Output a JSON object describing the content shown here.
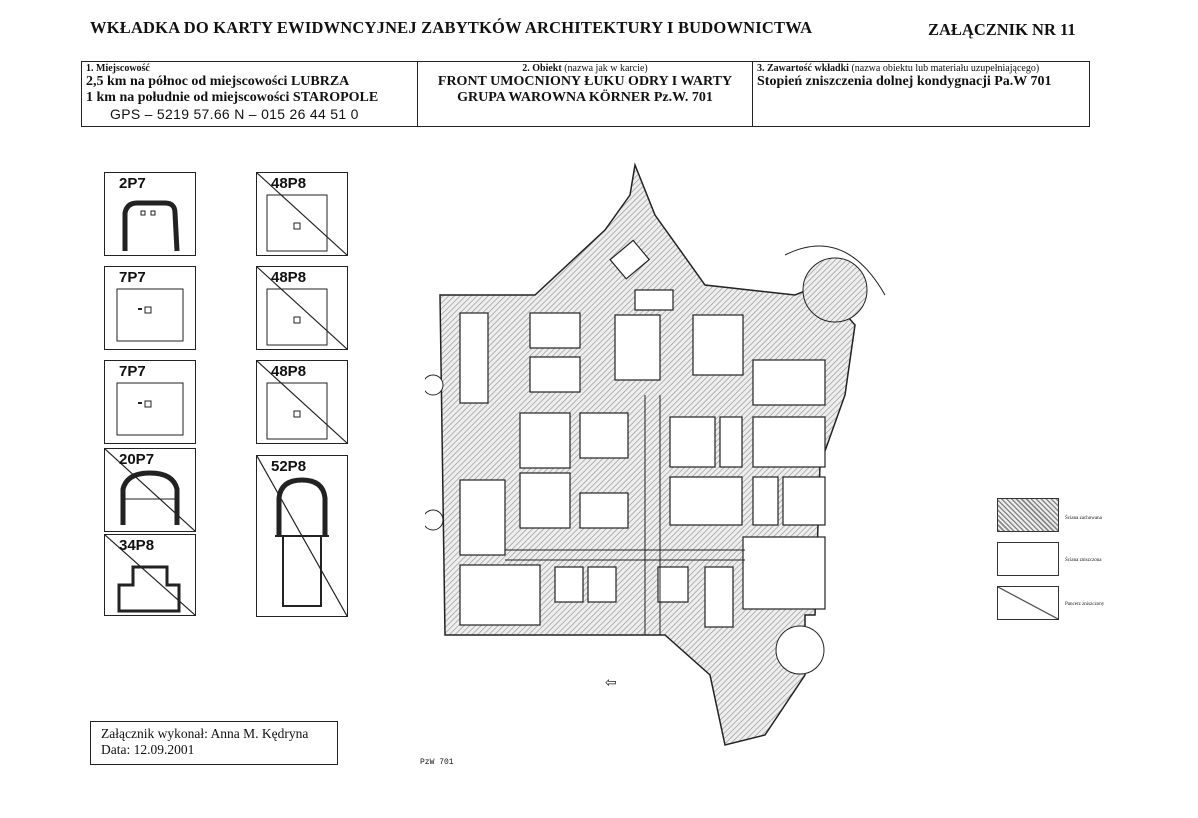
{
  "header": {
    "title": "WKŁADKA DO KARTY EWIDWNCYJNEJ ZABYTKÓW ARCHITEKTURY I BUDOWNICTWA",
    "annex": "ZAŁĄCZNIK NR 11"
  },
  "info": {
    "locality_label": "1. Miejscowość",
    "locality_line1": "2,5 km na północ od miejscowości LUBRZA",
    "locality_line2": "1 km na południe od miejscowości STAROPOLE",
    "gps": "GPS – 5219 57.66 N – 015 26 44 51 0",
    "object_label": "2. Obiekt",
    "object_label_note": "(nazwa jak w karcie)",
    "object_line1": "FRONT UMOCNIONY ŁUKU ODRY I WARTY",
    "object_line2": "GRUPA WAROWNA KÖRNER Pz.W. 701",
    "content_label": "3. Zawartość wkładki",
    "content_label_note": "(nazwa obiektu lub materiału uzupełniającego)",
    "content_value": "Stopień zniszczenia dolnej kondygnacji Pa.W 701"
  },
  "thumbnails": {
    "left": [
      {
        "code": "2P7"
      },
      {
        "code": "7P7"
      },
      {
        "code": "7P7"
      },
      {
        "code": "20P7"
      },
      {
        "code": "34P8"
      }
    ],
    "right": [
      {
        "code": "48P8"
      },
      {
        "code": "48P8"
      },
      {
        "code": "48P8"
      },
      {
        "code": "52P8"
      }
    ]
  },
  "legend": [
    {
      "label": "Ściana zachowana"
    },
    {
      "label": "Ściana zniszczona"
    },
    {
      "label": "Pancerz zniszczony"
    }
  ],
  "footer": {
    "line1": "Załącznik wykonał: Anna M. Kędryna",
    "line2": "Data: 12.09.2001"
  },
  "annotation": "PzW 701",
  "colors": {
    "hatch": "#999999",
    "line": "#222222"
  }
}
